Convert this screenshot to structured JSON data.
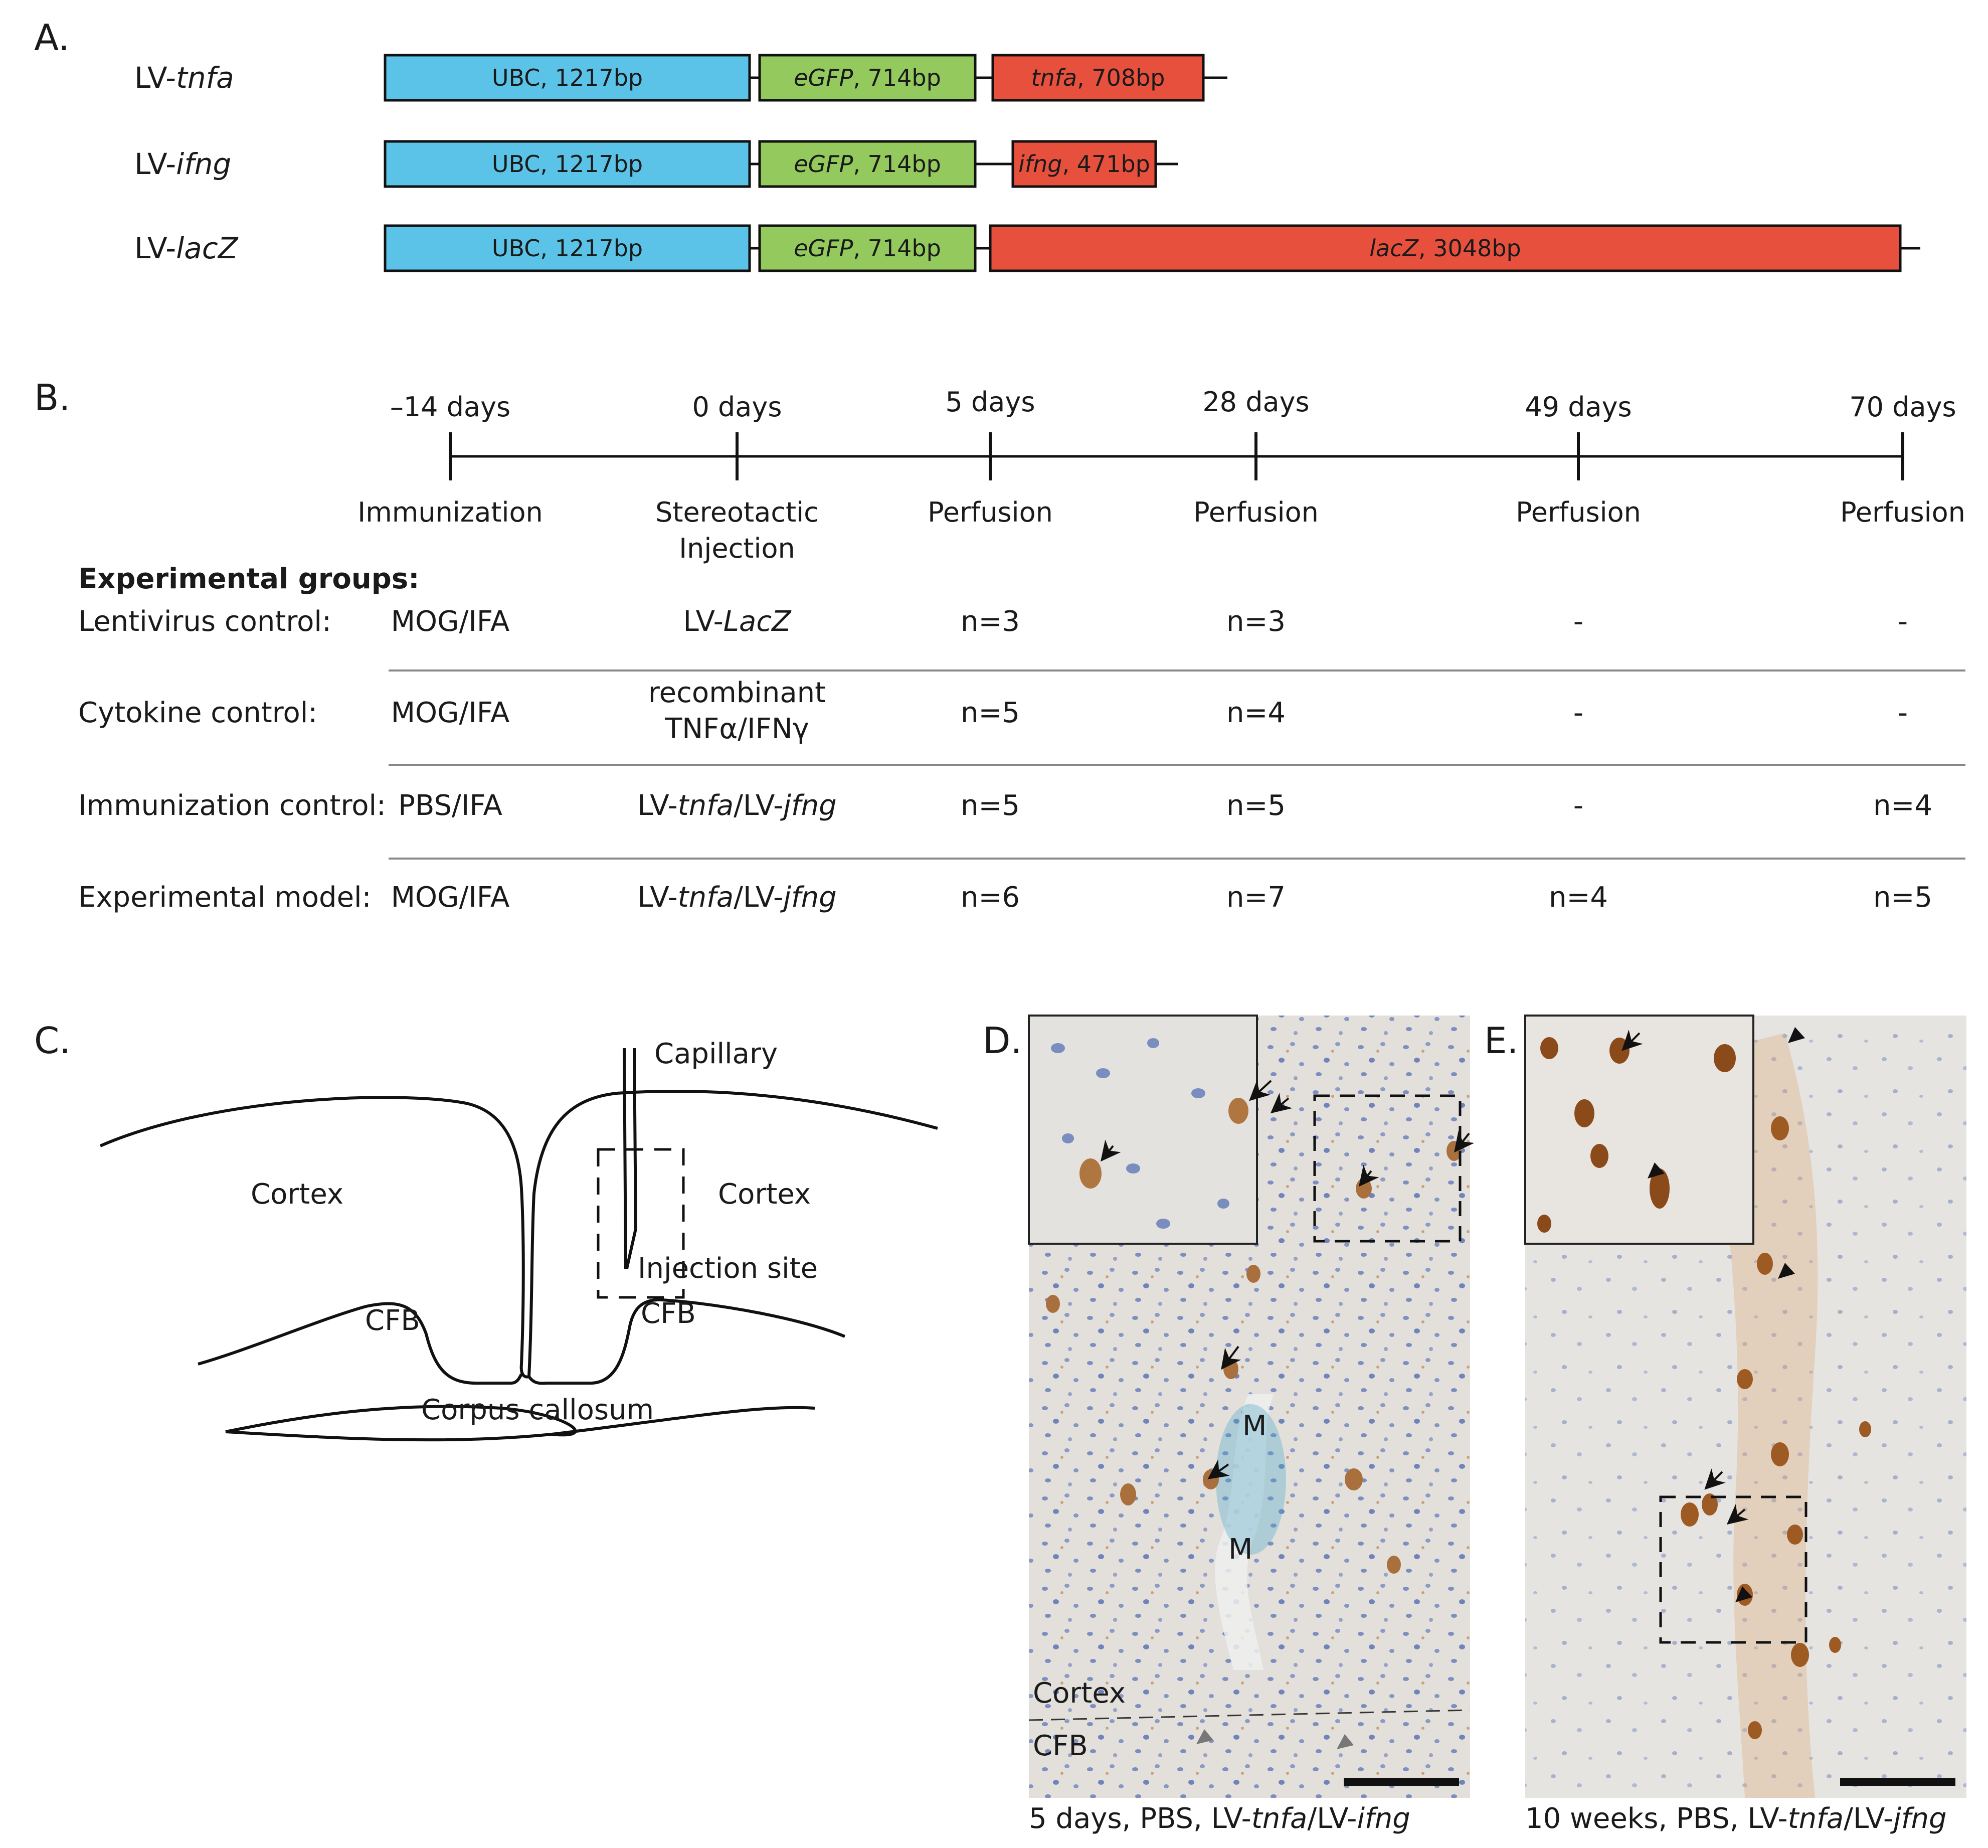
{
  "panel_letters": {
    "a": "A.",
    "b": "B.",
    "c": "C.",
    "d": "D.",
    "e": "E."
  },
  "panelA": {
    "colors": {
      "promoter": "#5bc3e8",
      "reporter": "#93c95d",
      "transgene": "#e8503e"
    },
    "constructs": [
      {
        "name_prefix": "LV-",
        "name_italic": "tnfa",
        "segments": [
          {
            "italic": "",
            "text": "UBC, 1217bp",
            "kind": "promoter"
          },
          {
            "italic": "eGFP",
            "text": ", 714bp",
            "kind": "reporter"
          },
          {
            "italic": "tnfa",
            "text": ", 708bp",
            "kind": "transgene"
          }
        ]
      },
      {
        "name_prefix": "LV-",
        "name_italic": "ifng",
        "segments": [
          {
            "italic": "",
            "text": "UBC, 1217bp",
            "kind": "promoter"
          },
          {
            "italic": "eGFP",
            "text": ", 714bp",
            "kind": "reporter"
          },
          {
            "italic": "ifng",
            "text": ", 471bp",
            "kind": "transgene"
          }
        ]
      },
      {
        "name_prefix": "LV-",
        "name_italic": "lacZ",
        "segments": [
          {
            "italic": "",
            "text": "UBC, 1217bp",
            "kind": "promoter"
          },
          {
            "italic": "eGFP",
            "text": ", 714bp",
            "kind": "reporter"
          },
          {
            "italic": "lacZ",
            "text": ", 3048bp",
            "kind": "transgene"
          }
        ]
      }
    ]
  },
  "panelB": {
    "timepoints": [
      {
        "time": "–14 days",
        "event": "Immunization",
        "event2": ""
      },
      {
        "time": "0 days",
        "event": "Stereotactic",
        "event2": "Injection"
      },
      {
        "time": "5 days",
        "event": "Perfusion",
        "event2": ""
      },
      {
        "time": "28 days",
        "event": "Perfusion",
        "event2": ""
      },
      {
        "time": "49 days",
        "event": "Perfusion",
        "event2": ""
      },
      {
        "time": "70 days",
        "event": "Perfusion",
        "event2": ""
      }
    ],
    "groups_heading": "Experimental groups:",
    "groups": [
      {
        "name": "Lentivirus control:",
        "immunization": "MOG/IFA",
        "injection": {
          "line1": "",
          "line2": "",
          "prefix": "LV-",
          "italic": "LacZ"
        },
        "n": [
          "n=3",
          "n=3",
          "-",
          "-"
        ]
      },
      {
        "name": "Cytokine control:",
        "immunization": "MOG/IFA",
        "injection": {
          "line1": "recombinant",
          "line2": "TNFα/IFNγ",
          "prefix": "",
          "italic": ""
        },
        "n": [
          "n=5",
          "n=4",
          "-",
          "-"
        ]
      },
      {
        "name": "Immunization control:",
        "immunization": "PBS/IFA",
        "injection": {
          "line1": "",
          "line2": "",
          "prefix": "LV-",
          "italic": "tnfa",
          "prefix2": "/LV-",
          "italic2": "jfng"
        },
        "n": [
          "n=5",
          "n=5",
          "-",
          "n=4"
        ]
      },
      {
        "name": "Experimental model:",
        "immunization": "MOG/IFA",
        "injection": {
          "line1": "",
          "line2": "",
          "prefix": "LV-",
          "italic": "tnfa",
          "prefix2": "/LV-",
          "italic2": "jfng"
        },
        "n": [
          "n=6",
          "n=7",
          "n=4",
          "n=5"
        ]
      }
    ]
  },
  "panelC": {
    "capillary": "Capillary",
    "cortex_left": "Cortex",
    "cortex_right": "Cortex",
    "injection_site": "Injection site",
    "cfb_left": "CFB",
    "cfb_right": "CFB",
    "corpus_callosum": "Corpus callosum"
  },
  "panelD": {
    "label_m1": "M",
    "label_m2": "M",
    "label_cortex": "Cortex",
    "label_cfb": "CFB",
    "caption": {
      "pre": "5 days, PBS, LV-",
      "it1": "tnfa",
      "mid": "/LV-",
      "it2": "ifng"
    }
  },
  "panelE": {
    "caption": {
      "pre": "10 weeks, PBS, LV-",
      "it1": "tnfa",
      "mid": "/LV-",
      "it2": "jfng"
    }
  }
}
